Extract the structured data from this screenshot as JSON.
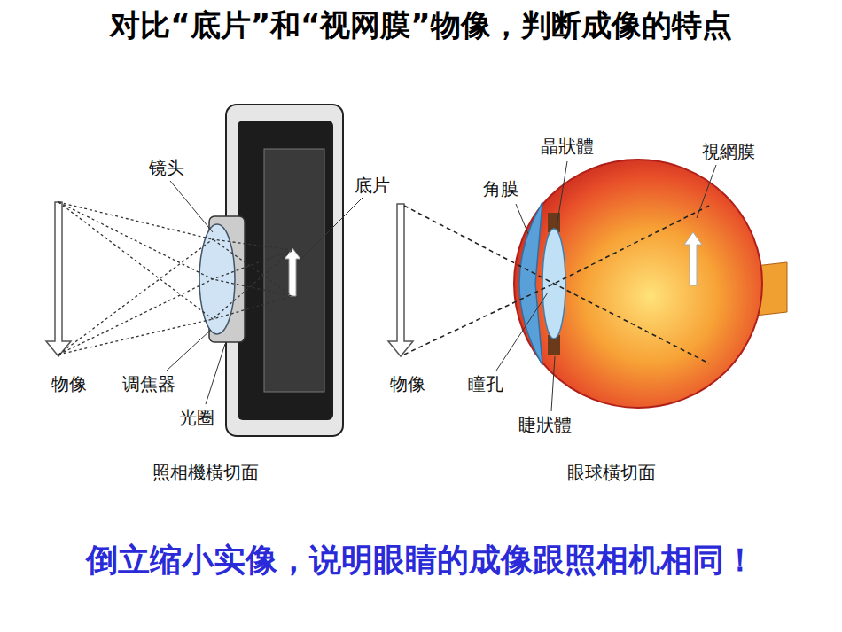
{
  "diagram": {
    "title": "对比“底片”和“视网膜”物像，判断成像的特点",
    "caption": "倒立缩小实像，说明眼睛的成像跟照相机相同！",
    "labels": [
      "镜头",
      "底片",
      "物像",
      "调焦器",
      "光圈",
      "照相機橫切面",
      "晶狀體",
      "視網膜",
      "角膜",
      "物像",
      "瞳孔",
      "睫狀體",
      "眼球橫切面"
    ]
  }
}
